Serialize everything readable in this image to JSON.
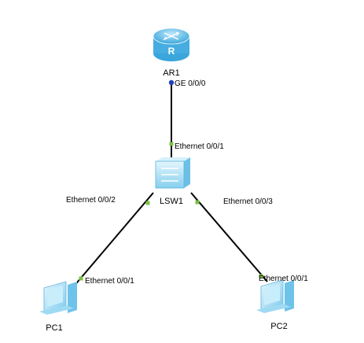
{
  "nodes": {
    "router": {
      "name": "AR1",
      "badge": "R"
    },
    "switch": {
      "name": "LSW1"
    },
    "pc1": {
      "name": "PC1"
    },
    "pc2": {
      "name": "PC2"
    }
  },
  "links": [
    {
      "a_port": "GE 0/0/0",
      "b_port": "Ethernet 0/0/1"
    },
    {
      "a_port": "Ethernet 0/0/2",
      "b_port": "Ethernet 0/0/1"
    },
    {
      "a_port": "Ethernet 0/0/3",
      "b_port": "Ethernet 0/0/1"
    }
  ],
  "colors": {
    "link": "#000000",
    "port_up": "#7ac143",
    "port_router": "#1f3fbf",
    "router": "#56b8e6",
    "switch": "#9fdcf2",
    "pc": "#8fd3f0"
  }
}
